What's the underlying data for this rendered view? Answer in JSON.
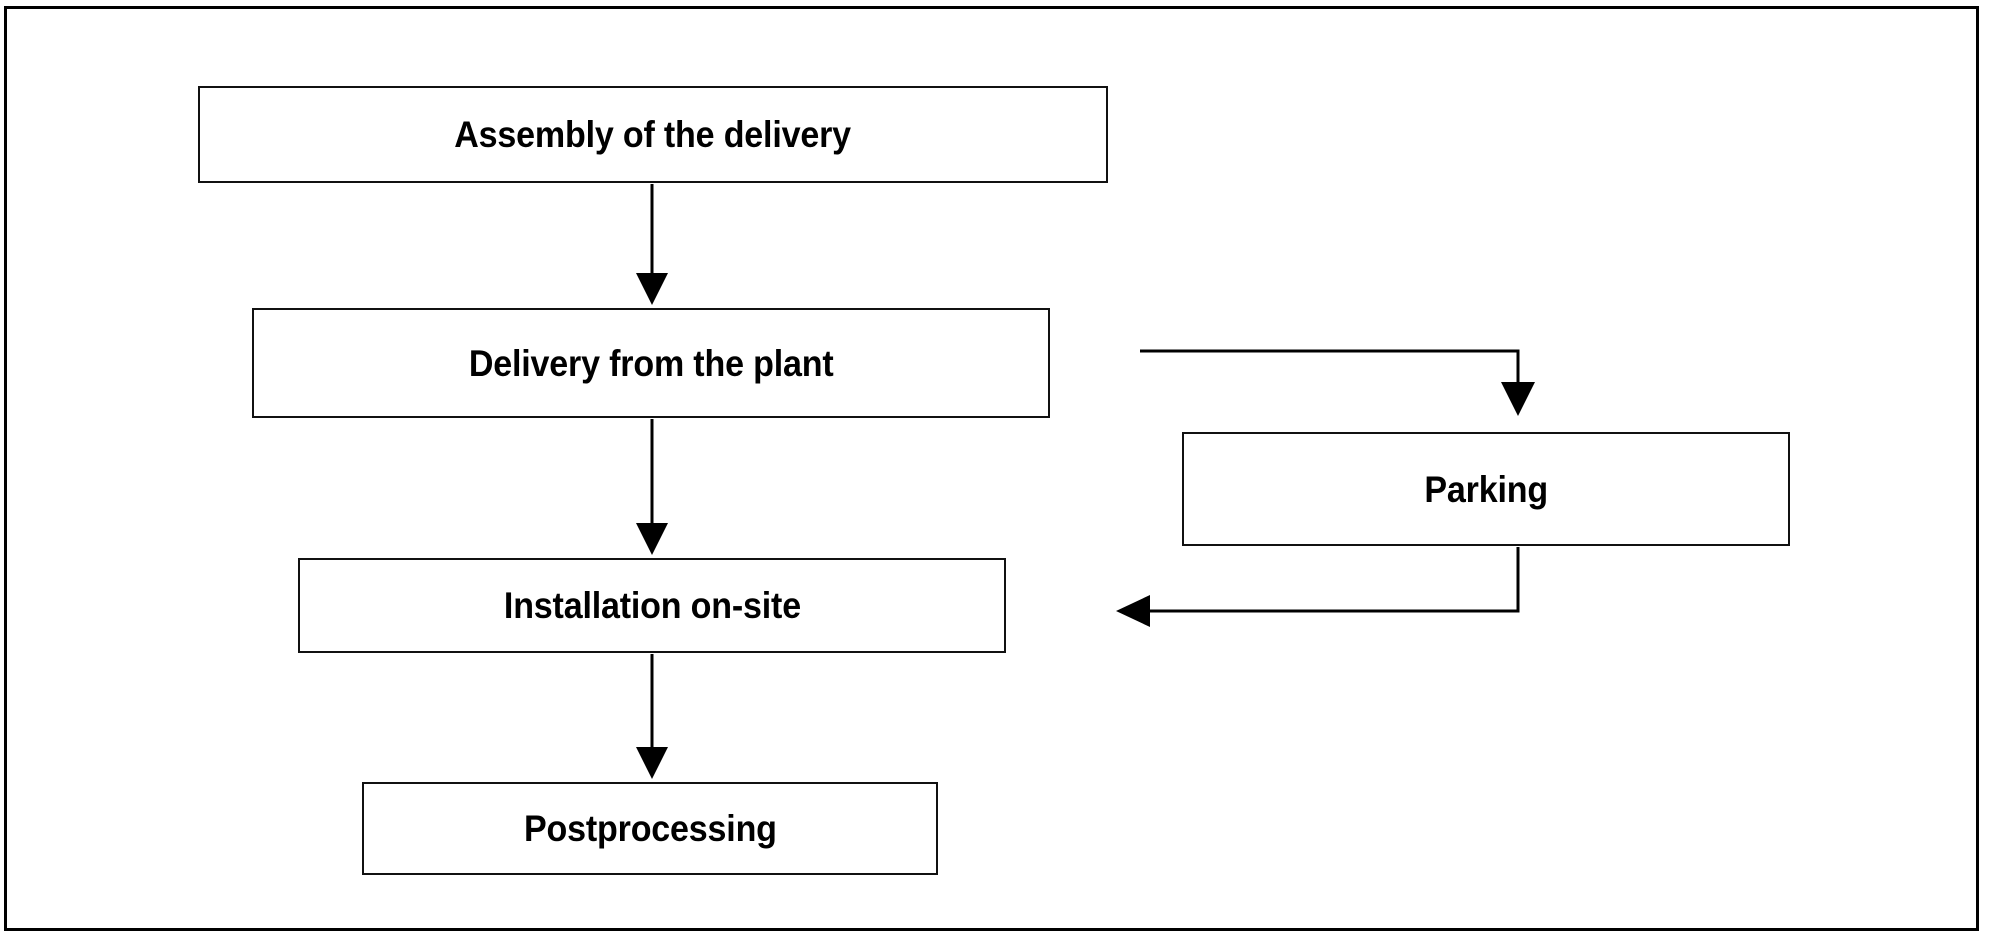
{
  "diagram": {
    "title_text": "",
    "frame": {
      "border_color": "#000000",
      "background_color": "#ffffff"
    },
    "nodes": [
      {
        "id": "assembly",
        "label": "Assembly of the delivery"
      },
      {
        "id": "delivery",
        "label": "Delivery from the plant"
      },
      {
        "id": "install",
        "label": "Installation on-site"
      },
      {
        "id": "postprocessing",
        "label": "Postprocessing"
      },
      {
        "id": "parking",
        "label": "Parking"
      }
    ],
    "edges": [
      {
        "from": "assembly",
        "to": "delivery",
        "label": "",
        "style": "arrow-down"
      },
      {
        "from": "delivery",
        "to": "install",
        "label": "",
        "style": "arrow-down"
      },
      {
        "from": "install",
        "to": "postprocessing",
        "label": "",
        "style": "arrow-down"
      },
      {
        "from": "external-left",
        "to": "parking",
        "label": "",
        "style": "elbow-arrow-down"
      },
      {
        "from": "parking",
        "to": "install-return",
        "label": "",
        "style": "elbow-arrow-left"
      }
    ],
    "colors": {
      "line": "#000000",
      "node_border": "#111111",
      "node_fill": "#ffffff",
      "text": "#000000"
    }
  }
}
